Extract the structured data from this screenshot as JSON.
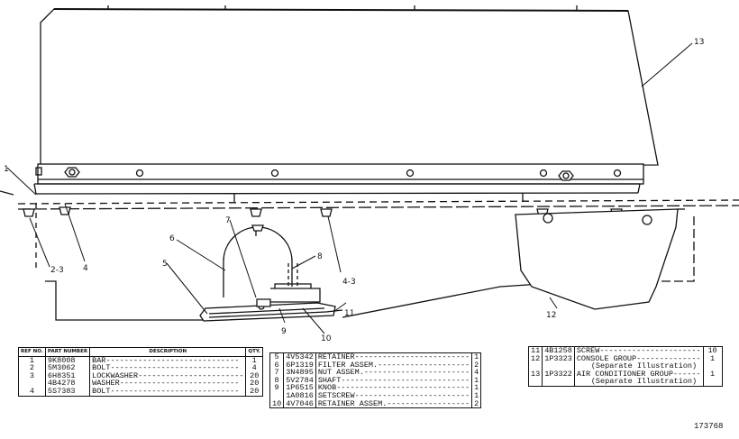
{
  "callouts": [
    "13",
    "1",
    "4",
    "2-3",
    "7",
    "6",
    "8",
    "5",
    "4-3",
    "9",
    "10",
    "11",
    "12"
  ],
  "table_left": {
    "headers": [
      "REF NO.",
      "PART NUMBER",
      "DESCRIPTION",
      "QTY."
    ],
    "rows": [
      {
        "ref": "1",
        "part": "9K8008",
        "desc": "BAR-----------------------------",
        "qty": "1"
      },
      {
        "ref": "2",
        "part": "5M3062",
        "desc": "BOLT----------------------------",
        "qty": "4"
      },
      {
        "ref": "3",
        "part": "6H8351",
        "desc": "LOCKWASHER-----------------------",
        "qty": "20"
      },
      {
        "ref": "",
        "part": "4B4278",
        "desc": "WASHER--------------------------",
        "qty": "20"
      },
      {
        "ref": "4",
        "part": "5S7383",
        "desc": "BOLT----------------------------",
        "qty": "20"
      }
    ]
  },
  "table_middle": {
    "rows": [
      {
        "ref": "5",
        "part": "4V5342",
        "desc": "RETAINER-------------------------",
        "qty": "1"
      },
      {
        "ref": "6",
        "part": "6P1319",
        "desc": "FILTER ASSEM.--------------------",
        "qty": "2"
      },
      {
        "ref": "7",
        "part": "3N4895",
        "desc": "NUT ASSEM.-----------------------",
        "qty": "4"
      },
      {
        "ref": "8",
        "part": "5V2784",
        "desc": "SHAFT----------------------------",
        "qty": "1"
      },
      {
        "ref": "9",
        "part": "1P6515",
        "desc": "KNOB-----------------------------",
        "qty": "1"
      },
      {
        "ref": "",
        "part": "1A0816",
        "desc": "SETSCREW-------------------------",
        "qty": "1"
      },
      {
        "ref": "10",
        "part": "4V7046",
        "desc": "RETAINER ASSEM.------------------",
        "qty": "2"
      }
    ]
  },
  "table_right": {
    "rows": [
      {
        "ref": "11",
        "part": "4B1258",
        "desc": "SCREW----------------------",
        "qty": "10"
      },
      {
        "ref": "12",
        "part": "1P3323",
        "desc": "CONSOLE GROUP--------------",
        "qty": "1"
      },
      {
        "ref": "",
        "part": "",
        "desc": "(Separate Illustration)",
        "qty": ""
      },
      {
        "ref": "13",
        "part": "1P3322",
        "desc": "AIR CONDITIONER GROUP------",
        "qty": "1"
      },
      {
        "ref": "",
        "part": "",
        "desc": "(Separate Illustration)",
        "qty": ""
      }
    ]
  },
  "illustration_number": "173768"
}
